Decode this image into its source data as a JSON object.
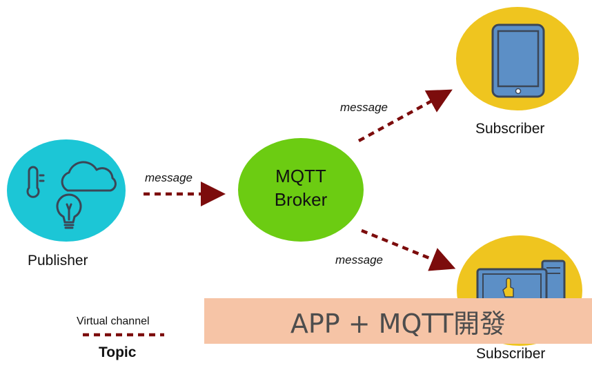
{
  "colors": {
    "publisher": "#1cc6d6",
    "broker": "#6ccc12",
    "subscriber": "#efc51f",
    "arrow": "#7c0c0c",
    "icon": "#3b4656",
    "device": "#5c8fc6",
    "banner_bg": "#f6c4a6",
    "banner_text": "#4d4d4d"
  },
  "publisher": {
    "label": "Publisher",
    "icons": [
      "thermometer-icon",
      "cloud-icon",
      "lightbulb-icon"
    ]
  },
  "broker": {
    "line1": "MQTT",
    "line2": "Broker"
  },
  "subscribers": [
    {
      "label": "Subscriber",
      "icon": "tablet-icon"
    },
    {
      "label": "Subscriber",
      "icon": "computer-icon"
    }
  ],
  "arrows": [
    {
      "label": "message",
      "from": "publisher",
      "to": "broker"
    },
    {
      "label": "message",
      "from": "broker",
      "to": "subscriber-1"
    },
    {
      "label": "message",
      "from": "broker",
      "to": "subscriber-2"
    }
  ],
  "legend": {
    "channel_label": "Virtual channel",
    "topic_label": "Topic"
  },
  "banner": {
    "text": "APP + MQTT開發"
  }
}
